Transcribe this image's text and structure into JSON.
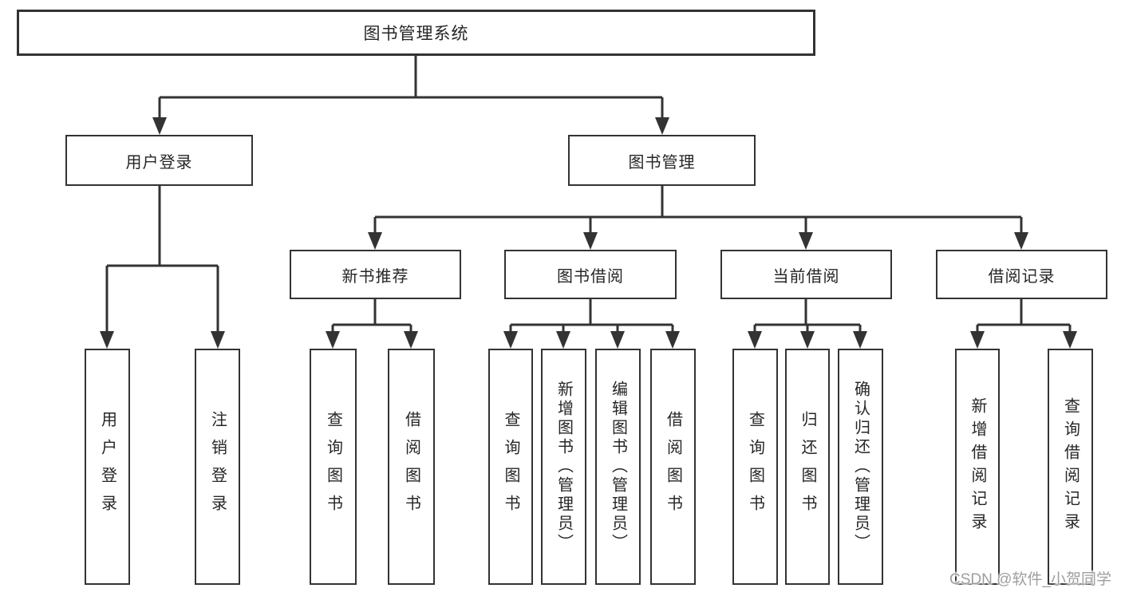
{
  "tree": {
    "label": "图书管理系统",
    "children": [
      {
        "label": "用户登录",
        "children": [
          {
            "label": "用户登录"
          },
          {
            "label": "注销登录"
          }
        ]
      },
      {
        "label": "图书管理",
        "children": [
          {
            "label": "新书推荐",
            "children": [
              {
                "label": "查询图书"
              },
              {
                "label": "借阅图书"
              }
            ]
          },
          {
            "label": "图书借阅",
            "children": [
              {
                "label": "查询图书"
              },
              {
                "label": "新增图书（管理员）"
              },
              {
                "label": "编辑图书（管理员）"
              },
              {
                "label": "借阅图书"
              }
            ]
          },
          {
            "label": "当前借阅",
            "children": [
              {
                "label": "查询图书"
              },
              {
                "label": "归还图书"
              },
              {
                "label": "确认归还（管理员）"
              }
            ]
          },
          {
            "label": "借阅记录",
            "children": [
              {
                "label": "新增借阅记录"
              },
              {
                "label": "查询借阅记录"
              }
            ]
          }
        ]
      }
    ]
  },
  "watermark": "CSDN @软件_小贺同学",
  "colors": {
    "line": "#333333",
    "text": "#262626",
    "watermark": "#9e9e9e",
    "background": "#ffffff"
  }
}
